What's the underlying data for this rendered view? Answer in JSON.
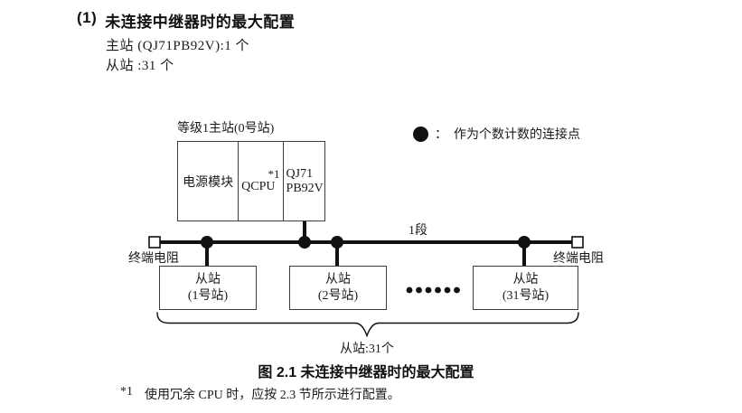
{
  "header": {
    "number": "(1)",
    "title": "未连接中继器时的最大配置",
    "master_count_line": "主站 (QJ71PB92V):1 个",
    "slave_count_line": "从站 :31 个"
  },
  "legend": {
    "colon": "：",
    "description": "作为个数计数的连接点"
  },
  "diagram": {
    "master": {
      "label": "等级1主站(0号站)",
      "power_module": "电源模块",
      "cpu": "QCPU",
      "cpu_footnote_ref": "*1",
      "module_line1": "QJ71",
      "module_line2": "PB92V"
    },
    "segment_label": "1段",
    "left_terminator_label": "终端电阻",
    "right_terminator_label": "终端电阻",
    "slaves": [
      {
        "name": "从站",
        "station": "(1号站)"
      },
      {
        "name": "从站",
        "station": "(2号站)"
      },
      {
        "name": "从站",
        "station": "(31号站)"
      }
    ],
    "connection_dot_count": 4,
    "ellipsis_dot_count": 6,
    "brace_label": "从站:31个"
  },
  "caption": "图 2.1 未连接中继器时的最大配置",
  "footnote": {
    "marker": "*1",
    "text": "使用冗余 CPU 时，应按 2.3 节所示进行配置。"
  },
  "colors": {
    "ink": "#1a1a1a",
    "line": "#111111",
    "background": "#ffffff"
  }
}
